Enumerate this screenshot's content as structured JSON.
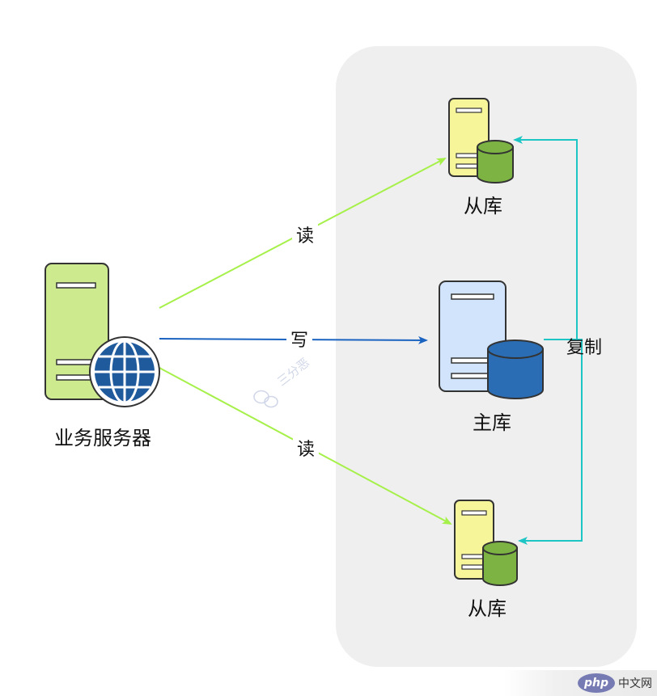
{
  "nodes": {
    "app_server": {
      "label": "业务服务器"
    },
    "master": {
      "label": "主库"
    },
    "replica_top": {
      "label": "从库"
    },
    "replica_bottom": {
      "label": "从库"
    }
  },
  "edges": {
    "read_top": {
      "label": "读"
    },
    "write": {
      "label": "写"
    },
    "read_bottom": {
      "label": "读"
    },
    "replicate": {
      "label": "复制"
    }
  },
  "watermark": {
    "text": "三分恶"
  },
  "badge": {
    "logo": "php",
    "site": "中文网"
  },
  "colors": {
    "group_bg": "#efefef",
    "read_arrow": "#a6f04a",
    "write_arrow": "#1a63c0",
    "replicate_arrow": "#1ec5c5",
    "app_server_fill": "#cdea8e",
    "master_fill": "#d2e4fb",
    "replica_fill": "#f7f59a",
    "master_db": "#2a6db4",
    "replica_db": "#7cb342",
    "globe": "#1f5a9c"
  }
}
